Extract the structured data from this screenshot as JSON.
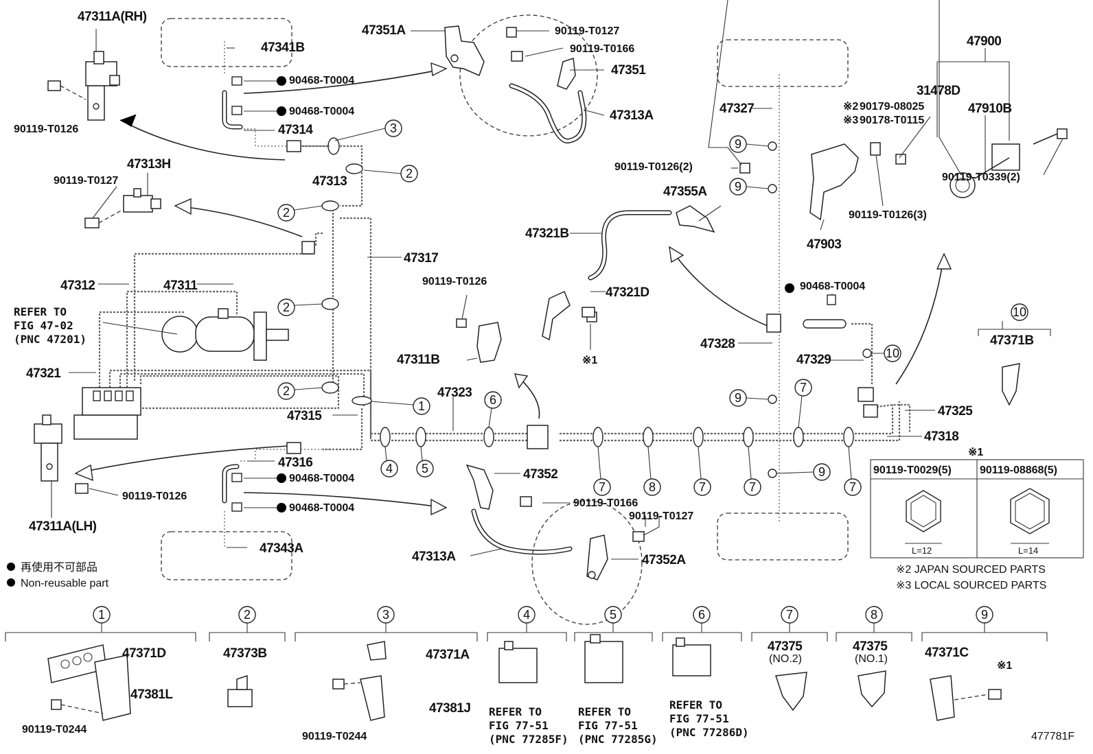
{
  "diagram": {
    "figure_code": "477781F",
    "parts": {
      "p47311A_RH": "47311A(RH)",
      "p47341B": "47341B",
      "p47351A": "47351A",
      "p90119_T0127_a": "90119-T0127",
      "p90119_T0166_a": "90119-T0166",
      "p47351": "47351",
      "p47313A_a": "47313A",
      "p90468_a": "90468-T0004",
      "p90468_b": "90468-T0004",
      "p47314": "47314",
      "p90119_T0126_a": "90119-T0126",
      "p47313H": "47313H",
      "p90119_T0127_b": "90119-T0127",
      "p47313": "47313",
      "p47327": "47327",
      "p47900": "47900",
      "p31478D": "31478D",
      "p90179_08025": "90179-08025",
      "p90178_T0115": "90178-T0115",
      "p47910B": "47910B",
      "p90119_T0126_2": "90119-T0126(2)",
      "p47355A": "47355A",
      "p90119_T0126_3": "90119-T0126(3)",
      "p47321B": "47321B",
      "p47903": "47903",
      "p90119_T0339": "90119-T0339(2)",
      "p47317": "47317",
      "p47312": "47312",
      "p47311": "47311",
      "p90119_T0126_b": "90119-T0126",
      "p47321D": "47321D",
      "p90468_c": "90468-T0004",
      "p47328": "47328",
      "p47311B": "47311B",
      "p47329": "47329",
      "p47371B": "47371B",
      "p47321": "47321",
      "p47323": "47323",
      "p47315": "47315",
      "p47325": "47325",
      "p47318": "47318",
      "p47316": "47316",
      "p90468_d": "90468-T0004",
      "p90468_e": "90468-T0004",
      "p47352": "47352",
      "p90119_T0166_b": "90119-T0166",
      "p90119_T0126_c": "90119-T0126",
      "p47311A_LH": "47311A(LH)",
      "p90119_T0127_c": "90119-T0127",
      "p47343A": "47343A",
      "p47313A_b": "47313A",
      "p47352A": "47352A",
      "p47371D": "47371D",
      "p47381L": "47381L",
      "p90119_T0244_a": "90119-T0244",
      "p47373B": "47373B",
      "p47371A": "47371A",
      "p47381J": "47381J",
      "p90119_T0244_b": "90119-T0244",
      "p47375_a": "47375",
      "p47375_b": "47375",
      "p47371C": "47371C"
    },
    "refer_master": [
      "REFER TO",
      "FIG 47-02",
      "(PNC 47201)"
    ],
    "refer_4": [
      "REFER TO",
      "FIG 77-51",
      "(PNC 77285F)"
    ],
    "refer_5": [
      "REFER TO",
      "FIG 77-51",
      "(PNC 77285G)"
    ],
    "refer_6": [
      "REFER TO",
      "FIG 77-51",
      "(PNC 77286D)"
    ],
    "sub_no2": "(NO.2)",
    "sub_no1": "(NO.1)",
    "mark_x1": "※1",
    "mark_x2": "※2",
    "mark_x3": "※3",
    "table": {
      "mark": "※1",
      "col1_header": "90119-T0029(5)",
      "col2_header": "90119-08868(5)",
      "col1_len": "L=12",
      "col2_len": "L=14"
    },
    "notes": {
      "x2_note": "※2 JAPAN SOURCED PARTS",
      "x3_note": "※3 LOCAL SOURCED PARTS"
    },
    "legend": {
      "jp": "再使用不可部品",
      "en": "Non-reusable part"
    },
    "callouts": {
      "c1": "1",
      "c2": "2",
      "c3": "3",
      "c4": "4",
      "c5": "5",
      "c6": "6",
      "c7": "7",
      "c8": "8",
      "c9": "9",
      "c10": "10"
    }
  }
}
